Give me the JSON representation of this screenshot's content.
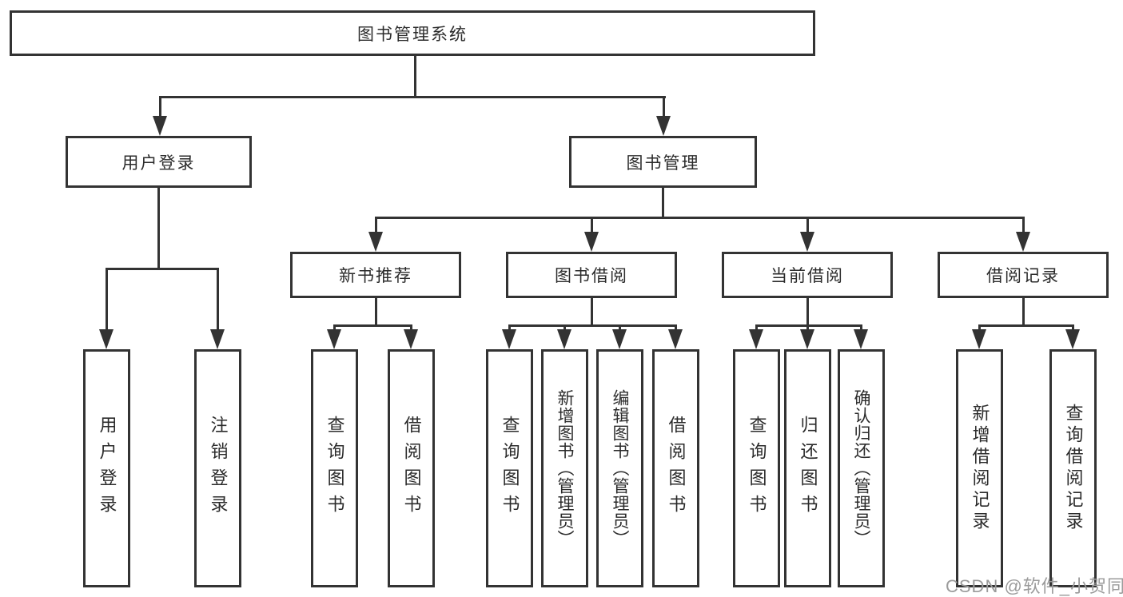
{
  "diagram": {
    "root": {
      "label": "图书管理系统"
    },
    "level2": [
      {
        "label": "用户登录"
      },
      {
        "label": "图书管理"
      }
    ],
    "level3": [
      {
        "label": "新书推荐"
      },
      {
        "label": "图书借阅"
      },
      {
        "label": "当前借阅"
      },
      {
        "label": "借阅记录"
      }
    ],
    "leaves": [
      {
        "label": "用户登录"
      },
      {
        "label": "注销登录"
      },
      {
        "label": "查询图书"
      },
      {
        "label": "借阅图书"
      },
      {
        "label": "查询图书"
      },
      {
        "label": "新增图书（管理员）"
      },
      {
        "label": "编辑图书（管理员）"
      },
      {
        "label": "借阅图书"
      },
      {
        "label": "查询图书"
      },
      {
        "label": "归还图书"
      },
      {
        "label": "确认归还（管理员）"
      },
      {
        "label": "新增借阅记录"
      },
      {
        "label": "查询借阅记录"
      }
    ]
  },
  "watermark": {
    "text": "CSDN @软件_小贺同学"
  },
  "colors": {
    "line": "#333333",
    "text": "#2b2b2b",
    "watermark": "#9b9b9b",
    "background": "#ffffff"
  }
}
